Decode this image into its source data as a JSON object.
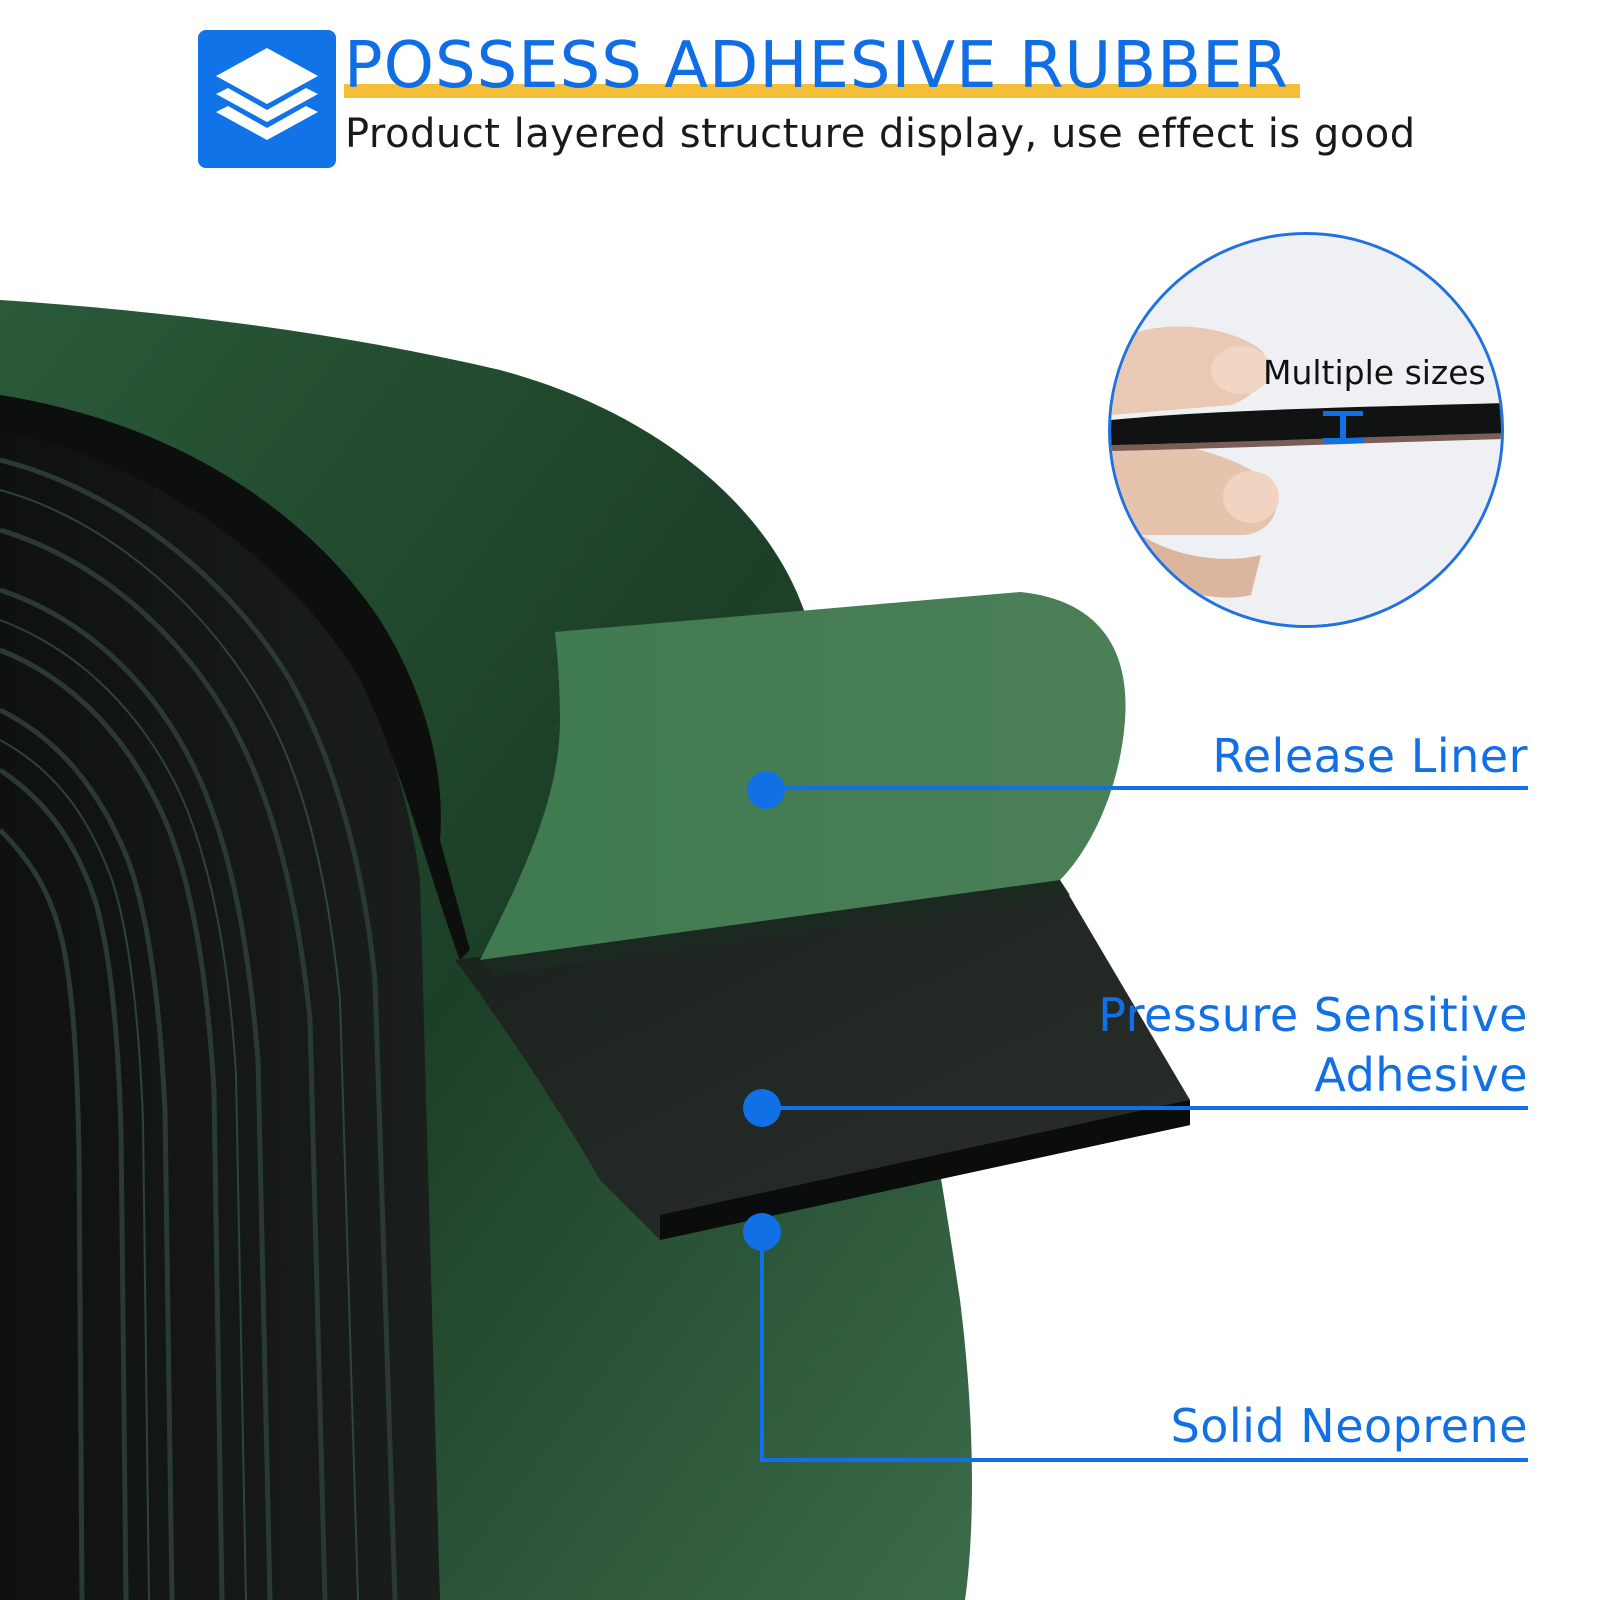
{
  "header": {
    "title": "POSSESS ADHESIVE RUBBER",
    "subtitle": "Product layered structure display, use effect is good",
    "logo_icon": "layers-icon"
  },
  "inset": {
    "label": "Multiple sizes",
    "icon": "thickness-marker-icon"
  },
  "callouts": {
    "release_liner": "Release Liner",
    "pressure_sensitive_line1": "Pressure Sensitive",
    "pressure_sensitive_line2": "Adhesive",
    "solid_neoprene": "Solid Neoprene"
  },
  "colors": {
    "accent_blue": "#1270e6",
    "title_underline": "#f4bf36",
    "liner_green": "#1f4a2c",
    "rubber_black": "#141816"
  }
}
